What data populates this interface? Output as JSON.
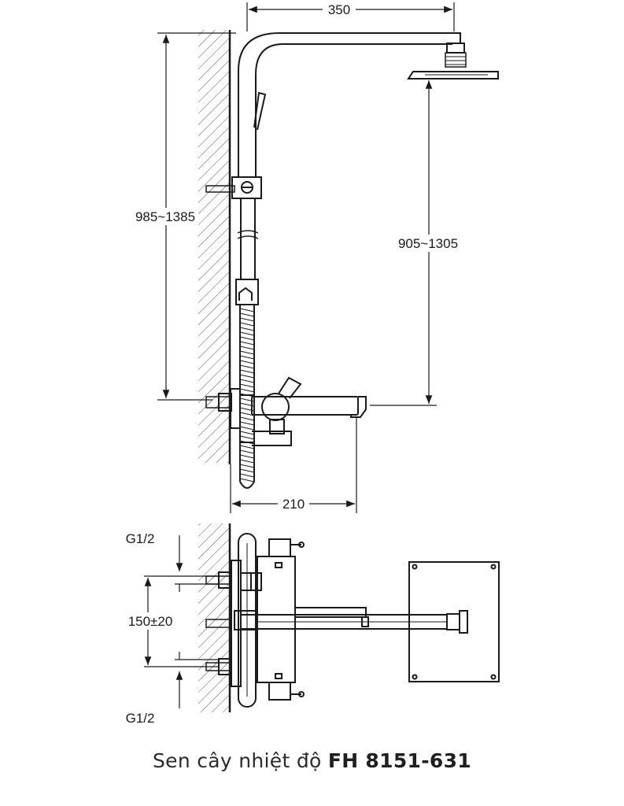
{
  "dimensions": {
    "arm_length": "350",
    "total_height": "985~1385",
    "head_height": "905~1305",
    "spout_length": "210",
    "inlet_top": "G1/2",
    "inlet_spacing": "150±20",
    "inlet_bottom": "G1/2"
  },
  "caption": {
    "prefix": "Sen cây nhiệt độ",
    "model": "FH 8151-631"
  },
  "colors": {
    "line": "#1a1a1a",
    "hatch": "#555555"
  }
}
